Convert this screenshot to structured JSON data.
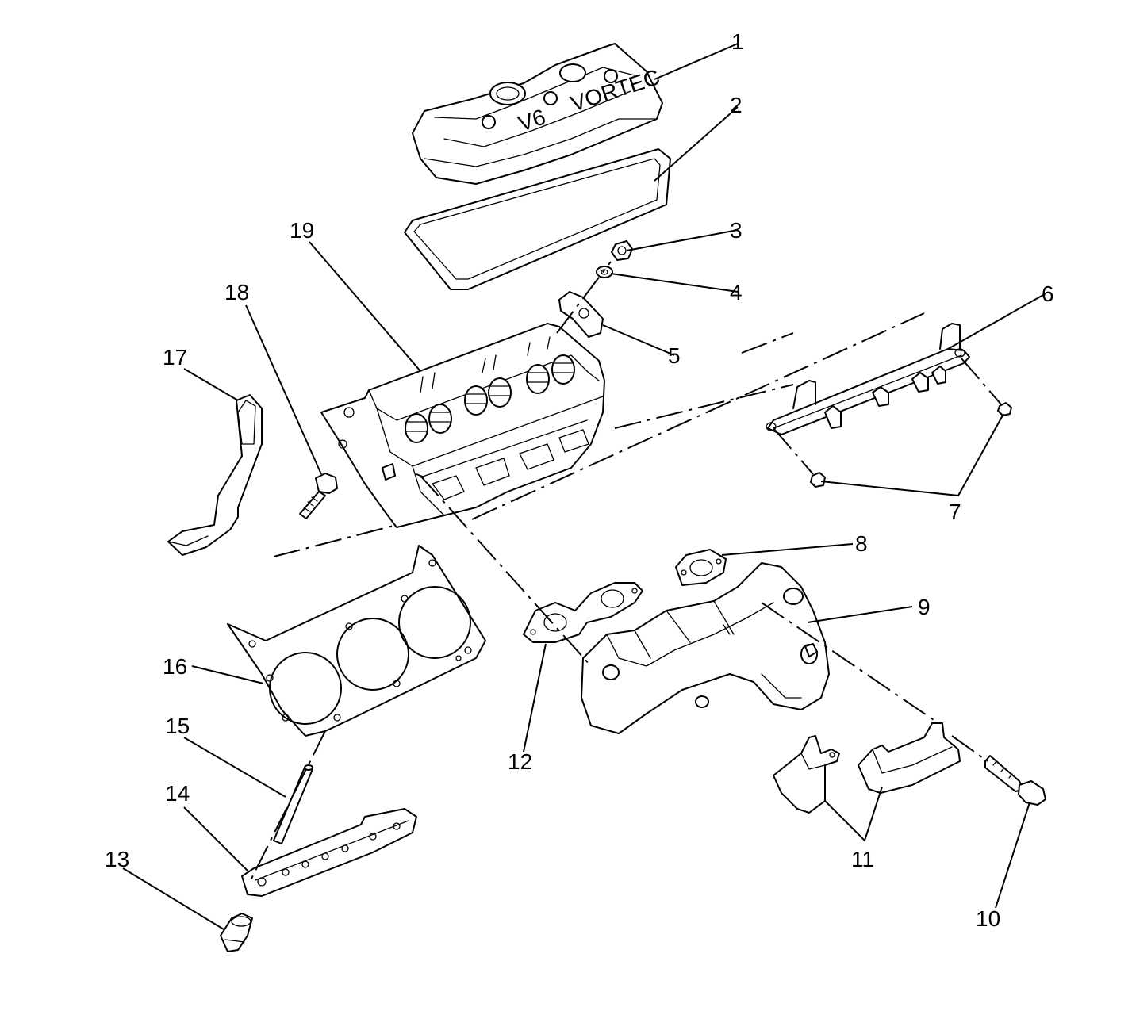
{
  "callouts": [
    {
      "id": "1",
      "label": "1"
    },
    {
      "id": "2",
      "label": "2"
    },
    {
      "id": "3",
      "label": "3"
    },
    {
      "id": "4",
      "label": "4"
    },
    {
      "id": "5",
      "label": "5"
    },
    {
      "id": "6",
      "label": "6"
    },
    {
      "id": "7",
      "label": "7"
    },
    {
      "id": "8",
      "label": "8"
    },
    {
      "id": "9",
      "label": "9"
    },
    {
      "id": "10",
      "label": "10"
    },
    {
      "id": "11",
      "label": "11"
    },
    {
      "id": "12",
      "label": "12"
    },
    {
      "id": "13",
      "label": "13"
    },
    {
      "id": "14",
      "label": "14"
    },
    {
      "id": "15",
      "label": "15"
    },
    {
      "id": "16",
      "label": "16"
    },
    {
      "id": "17",
      "label": "17"
    },
    {
      "id": "18",
      "label": "18"
    },
    {
      "id": "19",
      "label": "19"
    }
  ],
  "cover_text": {
    "left": "V6",
    "right": "VORTEC"
  }
}
